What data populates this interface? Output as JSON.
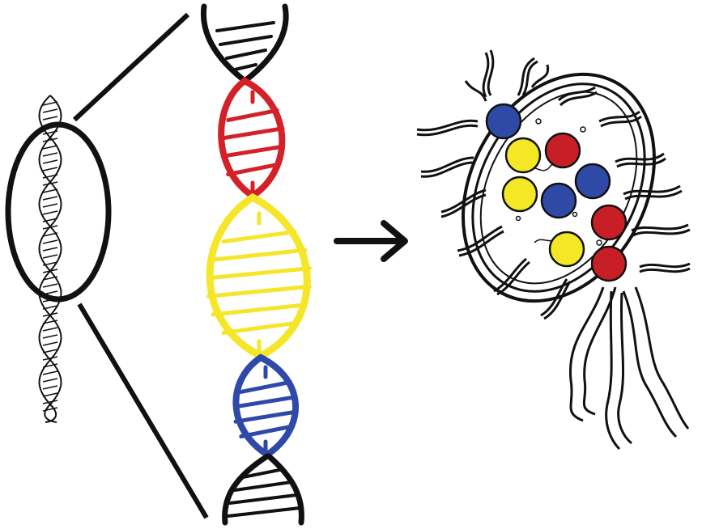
{
  "colors": {
    "ink": "#111111",
    "segment_red": "#d42027",
    "segment_yellow": "#f5e62a",
    "segment_blue": "#2e49a8",
    "dot_red": "#c81f26",
    "dot_yellow": "#f3e726",
    "dot_blue": "#2f4aa6",
    "background": "#ffffff"
  },
  "icons": {
    "small_helix": "dna-helix-icon",
    "zoom_ring": "zoom-ellipse-icon",
    "arrow": "right-arrow-icon",
    "bacterium": "bacterium-cell-icon"
  },
  "gene_segments": [
    {
      "color": "red"
    },
    {
      "color": "yellow"
    },
    {
      "color": "blue"
    }
  ],
  "cell_dots": [
    {
      "color": "blue"
    },
    {
      "color": "yellow"
    },
    {
      "color": "red"
    },
    {
      "color": "yellow"
    },
    {
      "color": "blue"
    },
    {
      "color": "blue"
    },
    {
      "color": "red"
    },
    {
      "color": "yellow"
    },
    {
      "color": "red"
    }
  ]
}
